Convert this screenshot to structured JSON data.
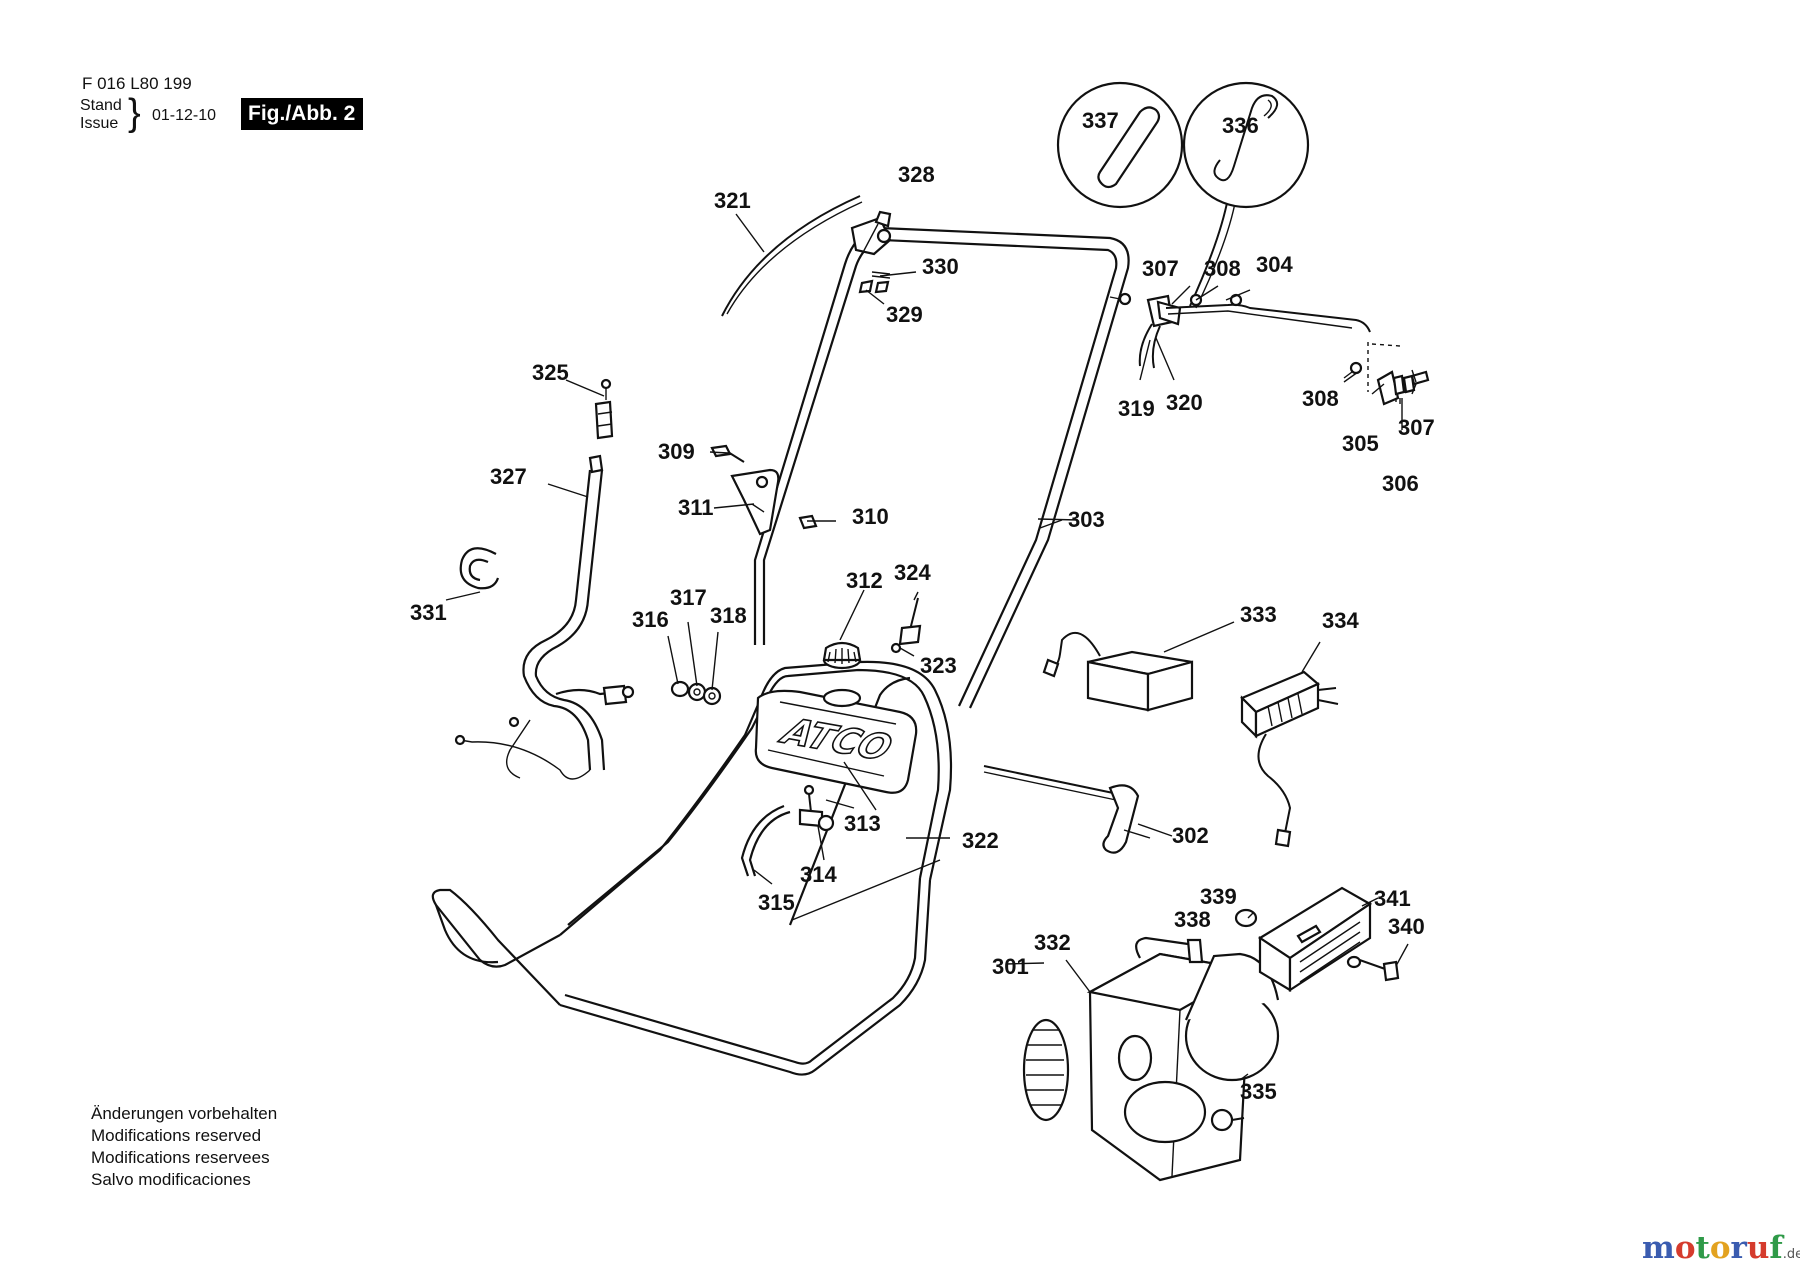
{
  "header": {
    "doc_code": "F 016 L80 199",
    "stand_label": "Stand",
    "issue_label": "Issue",
    "date": "01-12-10",
    "figure": "Fig./Abb. 2"
  },
  "notes": [
    "Änderungen vorbehalten",
    "Modifications reserved",
    "Modifications reservees",
    "Salvo modificaciones"
  ],
  "brand": {
    "name_parts": [
      "m",
      "o",
      "t",
      "o",
      "r",
      "u",
      "f"
    ],
    "tld": ".de"
  },
  "tank_logo": "ATCO",
  "parts": {
    "p301": "301",
    "p302": "302",
    "p303": "303",
    "p304": "304",
    "p305": "305",
    "p306": "306",
    "p307": "307",
    "p308": "308",
    "p309": "309",
    "p310": "310",
    "p311": "311",
    "p312": "312",
    "p313": "313",
    "p314": "314",
    "p315": "315",
    "p316": "316",
    "p317": "317",
    "p318": "318",
    "p319": "319",
    "p320": "320",
    "p321": "321",
    "p322": "322",
    "p323": "323",
    "p324": "324",
    "p325": "325",
    "p327": "327",
    "p328": "328",
    "p329": "329",
    "p330": "330",
    "p331": "331",
    "p332": "332",
    "p333": "333",
    "p334": "334",
    "p335": "335",
    "p336": "336",
    "p337": "337",
    "p338": "338",
    "p339": "339",
    "p340": "340",
    "p341": "341"
  }
}
